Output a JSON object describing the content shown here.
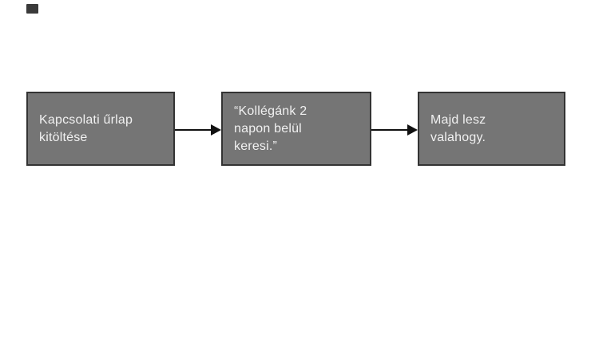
{
  "page": {
    "background_color": "#ffffff"
  },
  "corner_mark": {
    "color": "#3a3a3a"
  },
  "flowchart": {
    "type": "horizontal-flow",
    "box_fill_color": "#757575",
    "box_border_color": "#333333",
    "text_color": "#f1f1f1",
    "arrow_color": "#111111",
    "nodes": [
      {
        "id": "node-1",
        "text": "Kapcsolati űrlap kitöltése",
        "lines": [
          "Kapcsolati űrlap",
          "kitöltése"
        ]
      },
      {
        "id": "node-2",
        "text": "“Kollégánk 2 napon belül keresi.”",
        "lines": [
          "“Kollégánk 2",
          "napon belül",
          "keresi.”"
        ]
      },
      {
        "id": "node-3",
        "text": "Majd lesz valahogy.",
        "lines": [
          "Majd lesz",
          "valahogy."
        ]
      }
    ],
    "connectors": [
      {
        "from": "node-1",
        "to": "node-2"
      },
      {
        "from": "node-2",
        "to": "node-3"
      }
    ]
  }
}
